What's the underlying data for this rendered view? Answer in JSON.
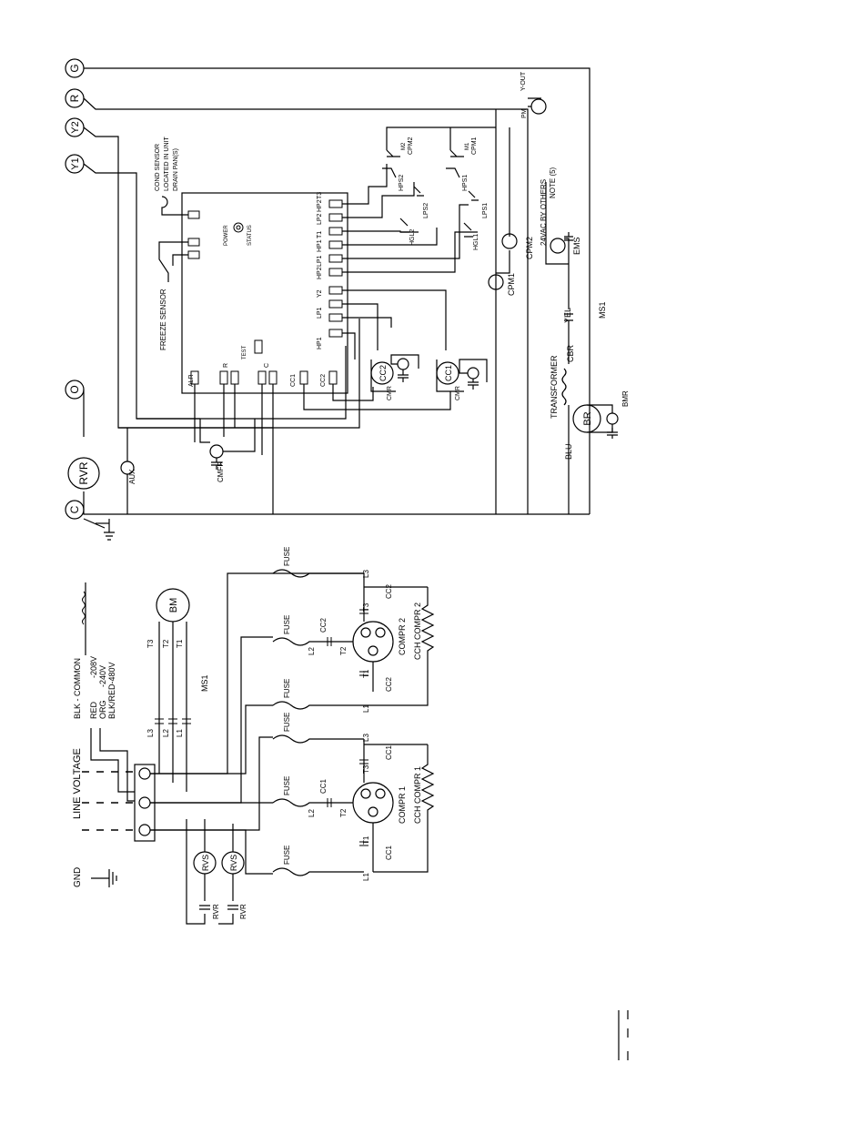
{
  "terminals": [
    "G",
    "R",
    "Y2",
    "Y1",
    "O",
    "C"
  ],
  "components": {
    "rvr": "RVR",
    "aux": "AUX",
    "cmfr": "CMFR",
    "cc2": "CC2",
    "cc1": "CC1",
    "cmr": "CMR",
    "cpm1": "CPM1",
    "cpm2": "CPM2",
    "ems": "EMS",
    "ms1": "MS1",
    "cbr": "CBR",
    "transformer": "TRANSFORMER",
    "br": "BR",
    "bmr": "BMR",
    "blu": "BLU",
    "yel": "YEL",
    "pm": "PM",
    "y_out": "Y-OUT",
    "hps1": "HPS1",
    "hps2": "HPS2",
    "lps1": "LPS1",
    "lps2": "LPS2",
    "hgl1": "HGL1",
    "hgl2": "HGL2",
    "m1": "M1",
    "m2": "M2",
    "note_24vac": "24VAC BY OTHERS",
    "note_5": "NOTE (5)",
    "cond_sensor": "COND SENSOR",
    "cond_sensor_2": "LOCATED IN UNIT",
    "cond_sensor_3": "DRAIN PAN(S)",
    "freeze_sensor": "FREEZE SENSOR",
    "board_power": "POWER",
    "board_status": "STATUS",
    "board_test": "TEST"
  },
  "board_terminals_top": [
    "HP1",
    "LP1",
    "Y2",
    "HP2",
    "LP1",
    "HP1",
    "T1",
    "LP2",
    "HP2",
    "T3"
  ],
  "board_left": [
    "ALR",
    "R",
    "C",
    "CC1",
    "CC2"
  ],
  "line_side": {
    "gnd": "GND",
    "line_voltage": "LINE VOLTAGE",
    "blk_common": "BLK - COMMON",
    "red": "RED",
    "v208": "-208V",
    "org": "ORG",
    "v240": "-240V",
    "blk_red": "BLK/RED-480V",
    "bm": "BM",
    "ms1": "MS1",
    "rvs": "RVS",
    "rvr": "RVR",
    "fuse": "FUSE",
    "compr1": "COMPR 1",
    "compr2": "COMPR 2",
    "cch1": "CCH COMPR 1",
    "cch2": "CCH COMPR 2",
    "cc1": "CC1",
    "cc2": "CC2",
    "l1": "L1",
    "l2": "L2",
    "l3": "L3",
    "t1": "T1",
    "t2": "T2",
    "t3": "T3"
  }
}
